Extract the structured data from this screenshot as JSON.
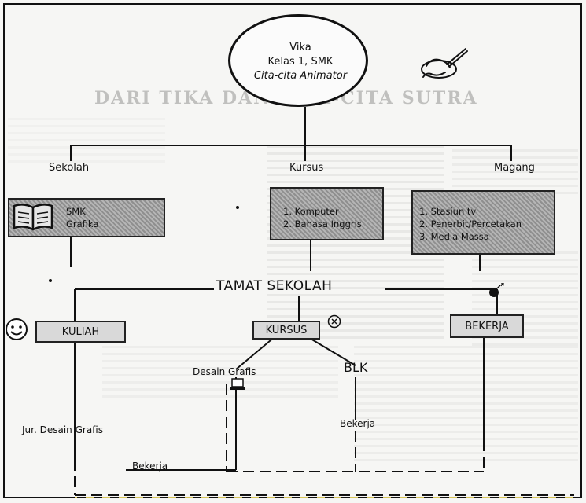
{
  "center": {
    "line1": "Vika",
    "line2": "Kelas 1, SMK",
    "line3": "Cita-cita Animator"
  },
  "background_heading": "DARI TIKA DAN CITA-CITA SUTRA",
  "branches": {
    "sekolah": {
      "label": "Sekolah",
      "box_line1": "SMK",
      "box_line2": "Grafika"
    },
    "kursus": {
      "label": "Kursus",
      "item1": "1. Komputer",
      "item2": "2. Bahasa Inggris"
    },
    "magang": {
      "label": "Magang",
      "item1": "1. Stasiun tv",
      "item2": "2. Penerbit/Percetakan",
      "item3": "3. Media Massa"
    }
  },
  "tamat": "TAMAT SEKOLAH",
  "outcomes": {
    "kuliah": "KULIAH",
    "kursus": "KURSUS",
    "bekerja": "BEKERJA"
  },
  "sub": {
    "desain_grafis": "Desain Grafis",
    "blk": "BLK",
    "bekerja_blk": "Bekerja",
    "jur_desain": "Jur. Desain Grafis",
    "bekerja_bottom": "Bekerja"
  },
  "icons": [
    "pen-hand-icon",
    "book-icon",
    "smiley-icon",
    "sad-face-icon",
    "bomb-icon",
    "computer-icon"
  ]
}
